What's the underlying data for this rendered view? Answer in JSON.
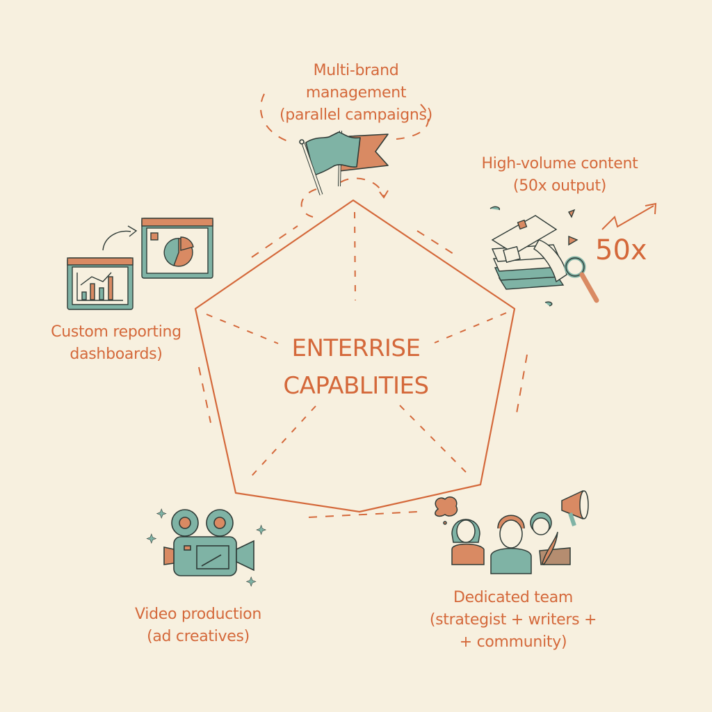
{
  "diagram": {
    "title_lines": [
      "ENTERRISE",
      "CAPABLITIES"
    ],
    "colors": {
      "background": "#f7f0df",
      "accent_orange": "#d4683a",
      "teal": "#7fb3a5",
      "terracotta": "#d98a63",
      "outline": "#2e3a36"
    },
    "nodes": [
      {
        "id": "multi-brand",
        "icon": "flag-icon",
        "lines": [
          "Multi-brand",
          "management",
          "(parallel campaigns)"
        ]
      },
      {
        "id": "high-volume",
        "icon": "document-stack-icon",
        "lines": [
          "High-volume content",
          "(50x output)"
        ],
        "badge": "50x"
      },
      {
        "id": "dedicated-team",
        "icon": "team-icon",
        "lines": [
          "Dedicated team",
          "(strategist + writers +",
          "+ community)"
        ]
      },
      {
        "id": "video-production",
        "icon": "video-camera-icon",
        "lines": [
          "Video production",
          "(ad creatives)"
        ]
      },
      {
        "id": "custom-reporting",
        "icon": "dashboard-icon",
        "lines": [
          "Custom reporting",
          "dashboards)"
        ]
      }
    ]
  }
}
